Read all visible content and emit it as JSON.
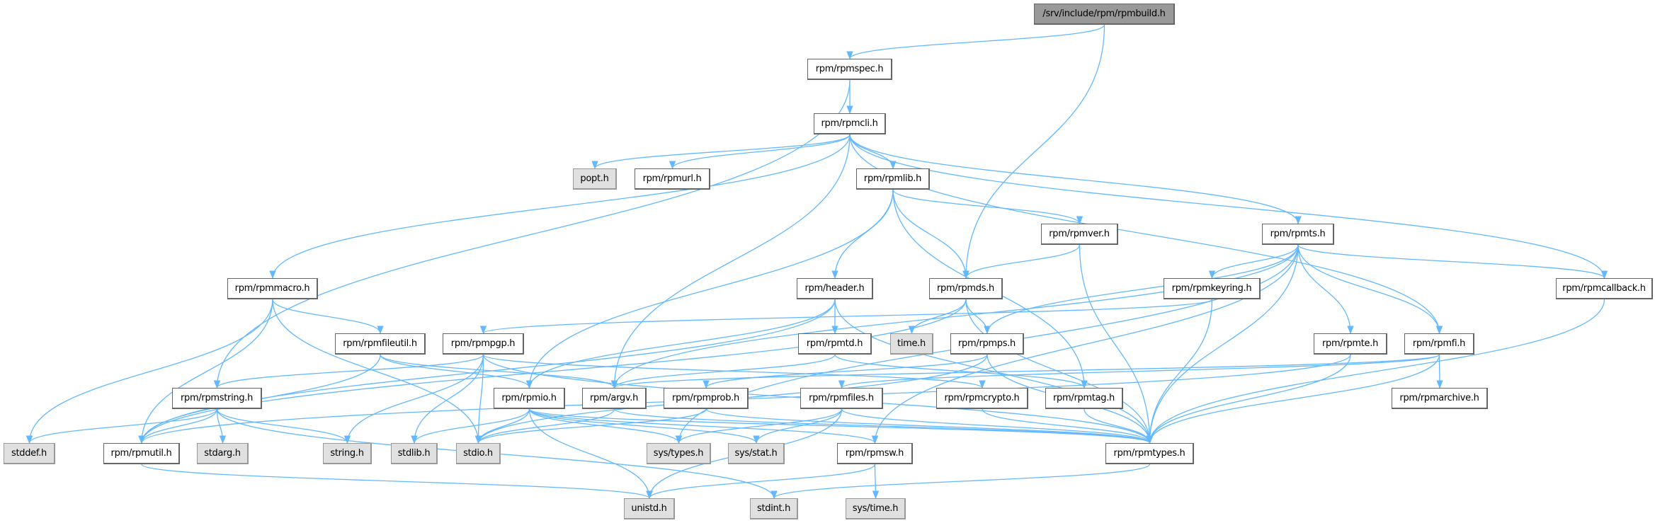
{
  "title": "/srv/include/rpm/rpmbuild.h",
  "colors": {
    "edge": "#63b8ff",
    "root_fill": "#999999",
    "system_fill": "#e0e0e0",
    "node_fill": "#ffffff"
  },
  "nodes": [
    {
      "id": "rpmbuild",
      "label": "/srv/include/rpm/rpmbuild.h",
      "kind": "root"
    },
    {
      "id": "rpmspec",
      "label": "rpm/rpmspec.h",
      "kind": "file"
    },
    {
      "id": "rpmcli",
      "label": "rpm/rpmcli.h",
      "kind": "file"
    },
    {
      "id": "popt",
      "label": "popt.h",
      "kind": "system"
    },
    {
      "id": "rpmurl",
      "label": "rpm/rpmurl.h",
      "kind": "file"
    },
    {
      "id": "rpmlib",
      "label": "rpm/rpmlib.h",
      "kind": "file"
    },
    {
      "id": "rpmver",
      "label": "rpm/rpmver.h",
      "kind": "file"
    },
    {
      "id": "rpmts",
      "label": "rpm/rpmts.h",
      "kind": "file"
    },
    {
      "id": "rpmmacro",
      "label": "rpm/rpmmacro.h",
      "kind": "file"
    },
    {
      "id": "header",
      "label": "rpm/header.h",
      "kind": "file"
    },
    {
      "id": "rpmds",
      "label": "rpm/rpmds.h",
      "kind": "file"
    },
    {
      "id": "rpmkeyring",
      "label": "rpm/rpmkeyring.h",
      "kind": "file"
    },
    {
      "id": "rpmcallback",
      "label": "rpm/rpmcallback.h",
      "kind": "file"
    },
    {
      "id": "rpmfileutil",
      "label": "rpm/rpmfileutil.h",
      "kind": "file"
    },
    {
      "id": "rpmpgp",
      "label": "rpm/rpmpgp.h",
      "kind": "file"
    },
    {
      "id": "rpmtd",
      "label": "rpm/rpmtd.h",
      "kind": "file"
    },
    {
      "id": "time",
      "label": "time.h",
      "kind": "system"
    },
    {
      "id": "rpmps",
      "label": "rpm/rpmps.h",
      "kind": "file"
    },
    {
      "id": "rpmte",
      "label": "rpm/rpmte.h",
      "kind": "file"
    },
    {
      "id": "rpmfi",
      "label": "rpm/rpmfi.h",
      "kind": "file"
    },
    {
      "id": "rpmstring",
      "label": "rpm/rpmstring.h",
      "kind": "file"
    },
    {
      "id": "rpmio",
      "label": "rpm/rpmio.h",
      "kind": "file"
    },
    {
      "id": "argv",
      "label": "rpm/argv.h",
      "kind": "file"
    },
    {
      "id": "rpmprob",
      "label": "rpm/rpmprob.h",
      "kind": "file"
    },
    {
      "id": "rpmfiles",
      "label": "rpm/rpmfiles.h",
      "kind": "file"
    },
    {
      "id": "rpmcrypto",
      "label": "rpm/rpmcrypto.h",
      "kind": "file"
    },
    {
      "id": "rpmtag",
      "label": "rpm/rpmtag.h",
      "kind": "file"
    },
    {
      "id": "rpmarchive",
      "label": "rpm/rpmarchive.h",
      "kind": "file"
    },
    {
      "id": "stddef",
      "label": "stddef.h",
      "kind": "system"
    },
    {
      "id": "rpmutil",
      "label": "rpm/rpmutil.h",
      "kind": "file"
    },
    {
      "id": "stdarg",
      "label": "stdarg.h",
      "kind": "system"
    },
    {
      "id": "string",
      "label": "string.h",
      "kind": "system"
    },
    {
      "id": "stdlib",
      "label": "stdlib.h",
      "kind": "system"
    },
    {
      "id": "stdio",
      "label": "stdio.h",
      "kind": "system"
    },
    {
      "id": "systypes",
      "label": "sys/types.h",
      "kind": "system"
    },
    {
      "id": "sysstat",
      "label": "sys/stat.h",
      "kind": "system"
    },
    {
      "id": "rpmsw",
      "label": "rpm/rpmsw.h",
      "kind": "file"
    },
    {
      "id": "rpmtypes",
      "label": "rpm/rpmtypes.h",
      "kind": "file"
    },
    {
      "id": "unistd",
      "label": "unistd.h",
      "kind": "system"
    },
    {
      "id": "stdint",
      "label": "stdint.h",
      "kind": "system"
    },
    {
      "id": "systime",
      "label": "sys/time.h",
      "kind": "system"
    }
  ],
  "edges": [
    [
      "rpmbuild",
      "rpmspec"
    ],
    [
      "rpmbuild",
      "rpmds"
    ],
    [
      "rpmspec",
      "rpmcli"
    ],
    [
      "rpmspec",
      "rpmstring"
    ],
    [
      "rpmcli",
      "popt"
    ],
    [
      "rpmcli",
      "rpmurl"
    ],
    [
      "rpmcli",
      "rpmlib"
    ],
    [
      "rpmcli",
      "rpmmacro"
    ],
    [
      "rpmcli",
      "argv"
    ],
    [
      "rpmcli",
      "rpmts"
    ],
    [
      "rpmcli",
      "rpmfi"
    ],
    [
      "rpmcli",
      "rpmcallback"
    ],
    [
      "rpmlib",
      "rpmver"
    ],
    [
      "rpmlib",
      "header"
    ],
    [
      "rpmlib",
      "rpmds"
    ],
    [
      "rpmlib",
      "rpmio"
    ],
    [
      "rpmlib",
      "rpmtag"
    ],
    [
      "rpmver",
      "rpmds"
    ],
    [
      "rpmver",
      "rpmtypes"
    ],
    [
      "rpmts",
      "rpmps"
    ],
    [
      "rpmts",
      "rpmkeyring"
    ],
    [
      "rpmts",
      "rpmte"
    ],
    [
      "rpmts",
      "rpmfi"
    ],
    [
      "rpmts",
      "rpmcallback"
    ],
    [
      "rpmts",
      "rpmtypes"
    ],
    [
      "rpmts",
      "rpmsw"
    ],
    [
      "rpmts",
      "argv"
    ],
    [
      "rpmts",
      "systypes"
    ],
    [
      "rpmmacro",
      "stddef"
    ],
    [
      "rpmmacro",
      "rpmutil"
    ],
    [
      "rpmmacro",
      "rpmfileutil"
    ],
    [
      "rpmmacro",
      "stdio"
    ],
    [
      "header",
      "rpmutil"
    ],
    [
      "header",
      "rpmtd"
    ],
    [
      "header",
      "rpmio"
    ],
    [
      "header",
      "rpmtypes"
    ],
    [
      "rpmds",
      "time"
    ],
    [
      "rpmds",
      "rpmps"
    ],
    [
      "rpmds",
      "rpmtypes"
    ],
    [
      "rpmds",
      "rpmutil"
    ],
    [
      "rpmkeyring",
      "rpmpgp"
    ],
    [
      "rpmkeyring",
      "rpmtypes"
    ],
    [
      "rpmcallback",
      "rpmtypes"
    ],
    [
      "rpmfileutil",
      "rpmutil"
    ],
    [
      "rpmfileutil",
      "rpmio"
    ],
    [
      "rpmfileutil",
      "argv"
    ],
    [
      "rpmpgp",
      "rpmstring"
    ],
    [
      "rpmpgp",
      "string"
    ],
    [
      "rpmpgp",
      "stdlib"
    ],
    [
      "rpmpgp",
      "stdio"
    ],
    [
      "rpmpgp",
      "rpmcrypto"
    ],
    [
      "rpmpgp",
      "rpmtypes"
    ],
    [
      "rpmtd",
      "argv"
    ],
    [
      "rpmtd",
      "rpmtag"
    ],
    [
      "rpmps",
      "rpmprob"
    ],
    [
      "rpmps",
      "stdio"
    ],
    [
      "rpmps",
      "rpmtypes"
    ],
    [
      "rpmte",
      "rpmutil"
    ],
    [
      "rpmte",
      "rpmtypes"
    ],
    [
      "rpmfi",
      "rpmfiles"
    ],
    [
      "rpmfi",
      "rpmarchive"
    ],
    [
      "rpmfi",
      "rpmtypes"
    ],
    [
      "rpmfi",
      "argv"
    ],
    [
      "rpmstring",
      "stddef"
    ],
    [
      "rpmstring",
      "rpmutil"
    ],
    [
      "rpmstring",
      "stdarg"
    ],
    [
      "rpmstring",
      "string"
    ],
    [
      "rpmstring",
      "stdint"
    ],
    [
      "rpmio",
      "stdlib"
    ],
    [
      "rpmio",
      "stdio"
    ],
    [
      "rpmio",
      "systypes"
    ],
    [
      "rpmio",
      "sysstat"
    ],
    [
      "rpmio",
      "unistd"
    ],
    [
      "rpmio",
      "rpmsw"
    ],
    [
      "rpmio",
      "rpmtypes"
    ],
    [
      "argv",
      "stdio"
    ],
    [
      "argv",
      "rpmtypes"
    ],
    [
      "rpmprob",
      "stdio"
    ],
    [
      "rpmprob",
      "rpmtypes"
    ],
    [
      "rpmfiles",
      "systypes"
    ],
    [
      "rpmfiles",
      "sysstat"
    ],
    [
      "rpmfiles",
      "unistd"
    ],
    [
      "rpmfiles",
      "rpmtypes"
    ],
    [
      "rpmcrypto",
      "rpmtypes"
    ],
    [
      "rpmtag",
      "rpmtypes"
    ],
    [
      "rpmutil",
      "unistd"
    ],
    [
      "rpmsw",
      "unistd"
    ],
    [
      "rpmsw",
      "systime"
    ],
    [
      "rpmtypes",
      "stdint"
    ]
  ]
}
